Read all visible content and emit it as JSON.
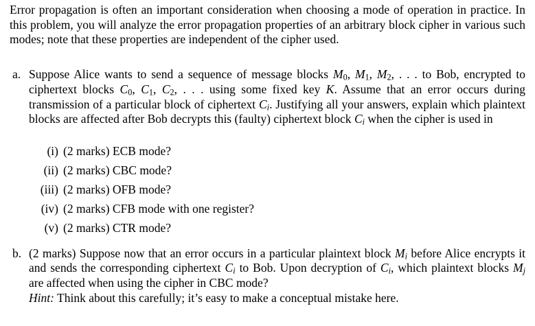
{
  "page": {
    "background": "#ffffff",
    "text_color": "#000000"
  },
  "intro": {
    "text": "Error propagation is often an important consideration when choosing a mode of operation in prac­tice. In this problem, you will analyze the error propagation properties of an arbitrary block cipher in various such modes; note that these properties are independent of the cipher used."
  },
  "part_a": {
    "label": "a.",
    "runs": [
      {
        "t": "Suppose Alice wants to send a sequence of message blocks "
      },
      {
        "t": "M",
        "s": "m"
      },
      {
        "t": "0",
        "s": "sub"
      },
      {
        "t": ", "
      },
      {
        "t": "M",
        "s": "m"
      },
      {
        "t": "1",
        "s": "sub"
      },
      {
        "t": ", "
      },
      {
        "t": "M",
        "s": "m"
      },
      {
        "t": "2",
        "s": "sub"
      },
      {
        "t": ", . . . to Bob, encrypted to ciphertext blocks "
      },
      {
        "t": "C",
        "s": "m"
      },
      {
        "t": "0",
        "s": "sub"
      },
      {
        "t": ", "
      },
      {
        "t": "C",
        "s": "m"
      },
      {
        "t": "1",
        "s": "sub"
      },
      {
        "t": ", "
      },
      {
        "t": "C",
        "s": "m"
      },
      {
        "t": "2",
        "s": "sub"
      },
      {
        "t": ", . . . using some fixed key "
      },
      {
        "t": "K",
        "s": "m"
      },
      {
        "t": ". Assume that an error occurs during transmission of a particular block of ciphertext "
      },
      {
        "t": "C",
        "s": "m"
      },
      {
        "t": "i",
        "s": "msub"
      },
      {
        "t": ". Justifying all your answers, explain which plaintext blocks are affected after Bob decrypts this (faulty) ciphertext block "
      },
      {
        "t": "C",
        "s": "m"
      },
      {
        "t": "i",
        "s": "msub"
      },
      {
        "t": " when the cipher is used in"
      }
    ]
  },
  "subquestions": [
    {
      "label": "(i)",
      "text": "(2 marks) ECB mode?"
    },
    {
      "label": "(ii)",
      "text": "(2 marks) CBC mode?"
    },
    {
      "label": "(iii)",
      "text": "(2 marks) OFB mode?"
    },
    {
      "label": "(iv)",
      "text": "(2 marks) CFB mode with one register?"
    },
    {
      "label": "(v)",
      "text": "(2 marks) CTR mode?"
    }
  ],
  "part_b": {
    "label": "b.",
    "runs": [
      {
        "t": "(2 marks) Suppose now that an error occurs in a particular plaintext block "
      },
      {
        "t": "M",
        "s": "m"
      },
      {
        "t": "i",
        "s": "msub"
      },
      {
        "t": " before Alice encrypts it and sends the corresponding ciphertext "
      },
      {
        "t": "C",
        "s": "m"
      },
      {
        "t": "i",
        "s": "msub"
      },
      {
        "t": " to Bob. Upon decryption of "
      },
      {
        "t": "C",
        "s": "m"
      },
      {
        "t": "i",
        "s": "msub"
      },
      {
        "t": ", which plaintext blocks "
      },
      {
        "t": "M",
        "s": "m"
      },
      {
        "t": "j",
        "s": "msub"
      },
      {
        "t": " are affected when using the cipher in CBC mode?"
      }
    ],
    "hint_runs": [
      {
        "t": "Hint:",
        "s": "i"
      },
      {
        "t": " Think about this carefully; it’s easy to make a conceptual mistake here."
      }
    ]
  }
}
